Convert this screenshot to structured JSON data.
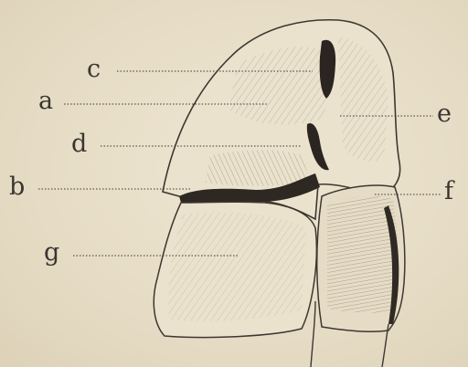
{
  "figure": {
    "labels": {
      "a": "a",
      "b": "b",
      "c": "c",
      "d": "d",
      "e": "e",
      "f": "f",
      "g": "g"
    }
  },
  "colors": {
    "paper": "#e9e0cb",
    "ink": "#3a3530"
  }
}
